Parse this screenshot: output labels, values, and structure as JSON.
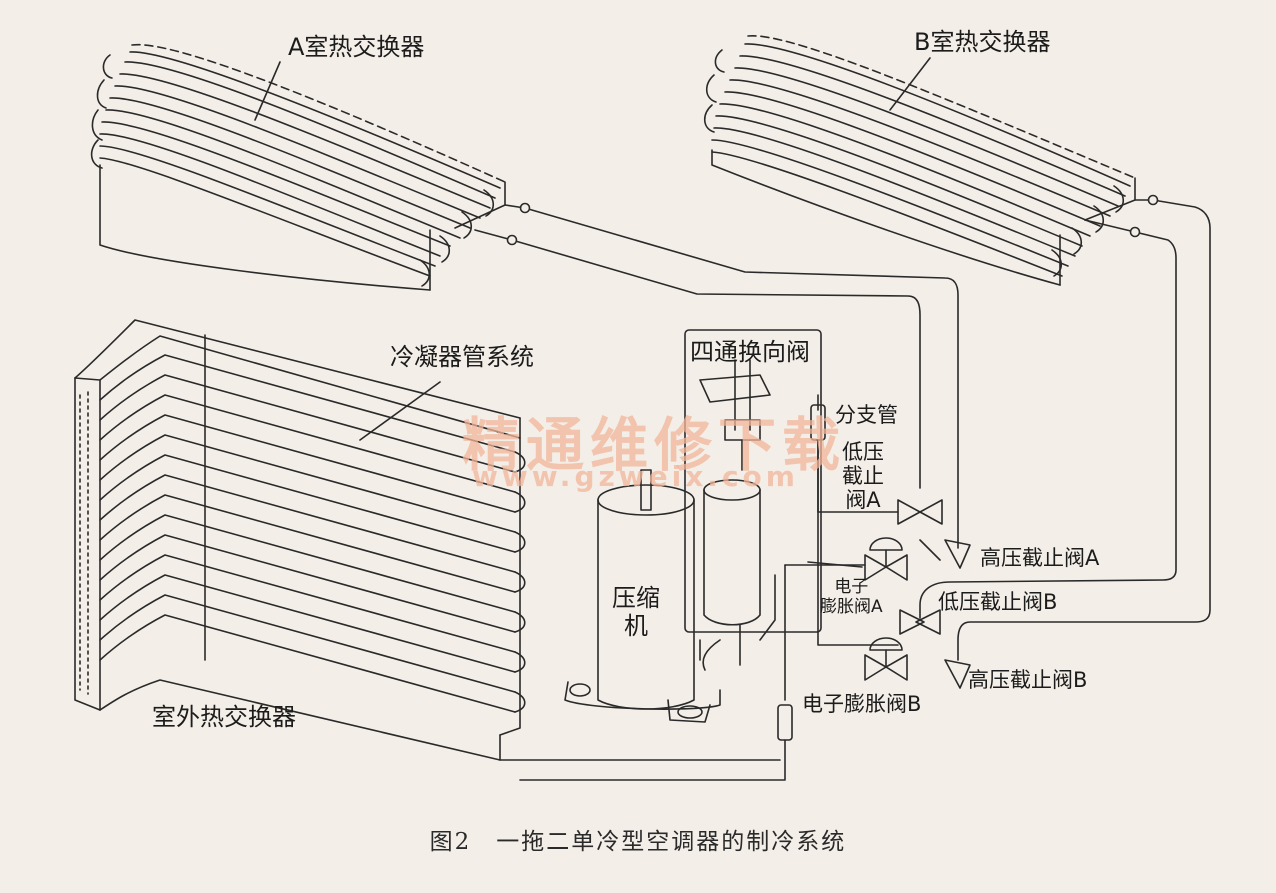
{
  "labels": {
    "room_a_exchanger": "A室热交换器",
    "room_b_exchanger": "B室热交换器",
    "condenser_tubes": "冷凝器管系统",
    "four_way_valve": "四通换向阀",
    "branch_pipe": "分支管",
    "low_pressure_valve_a": [
      "低压",
      "截止",
      "阀A"
    ],
    "high_pressure_valve_a": "高压截止阀A",
    "electronic_expansion_valve_a": [
      "电子",
      "膨胀阀A"
    ],
    "low_pressure_valve_b": "低压截止阀B",
    "high_pressure_valve_b": "高压截止阀B",
    "electronic_expansion_valve_b": "电子膨胀阀B",
    "compressor": [
      "压缩",
      "机"
    ],
    "outdoor_exchanger": "室外热交换器"
  },
  "caption": "图2　一拖二单冷型空调器的制冷系统",
  "watermark": {
    "text": "精通维修下载",
    "url": "www.gzweix.com"
  },
  "colors": {
    "background": "#f3eee7",
    "line": "#2a2a2a",
    "watermark": "#f2b59a"
  }
}
